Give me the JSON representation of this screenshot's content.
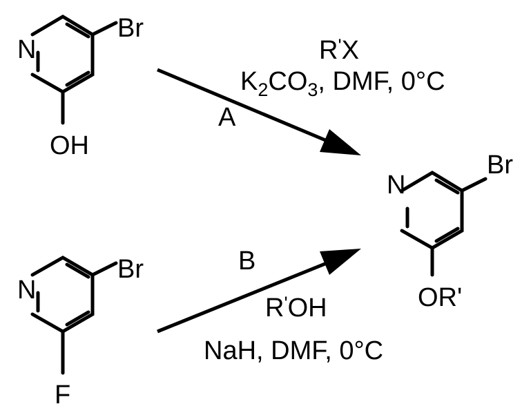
{
  "reactant_a": {
    "ring_atom": "N",
    "substituent_top": "Br",
    "substituent_bottom": "OH"
  },
  "reactant_b": {
    "ring_atom": "N",
    "substituent_top": "Br",
    "substituent_bottom": "F"
  },
  "product": {
    "ring_atom": "N",
    "substituent_top": "Br",
    "substituent_bottom": "OR'"
  },
  "route_a": {
    "label": "A",
    "reagent_r": "R",
    "reagent_prime": "'",
    "reagent_x": "X",
    "cond_k": "K",
    "cond_k_sub": "2",
    "cond_co": "CO",
    "cond_co_sub": "3",
    "cond_rest": ", DMF, 0°C"
  },
  "route_b": {
    "label": "B",
    "reagent_r": "R",
    "reagent_prime": "'",
    "reagent_oh": "OH",
    "conditions": "NaH, DMF, 0°C"
  }
}
